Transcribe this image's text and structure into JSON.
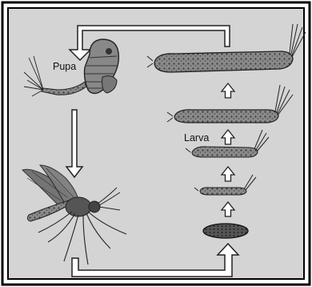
{
  "diagram": {
    "labels": {
      "pupa": "Pupa",
      "larva": "Larva"
    },
    "colors": {
      "panel_background": "#d4d4d4",
      "outer_border": "#000000",
      "arrow_fill": "#ffffff",
      "arrow_stroke": "#222222",
      "body_dark": "#4a4a4a",
      "body_mid": "#7a7a7a"
    },
    "stages": [
      "egg",
      "larva",
      "larva",
      "larva",
      "larva",
      "pupa",
      "adult-mosquito"
    ]
  }
}
